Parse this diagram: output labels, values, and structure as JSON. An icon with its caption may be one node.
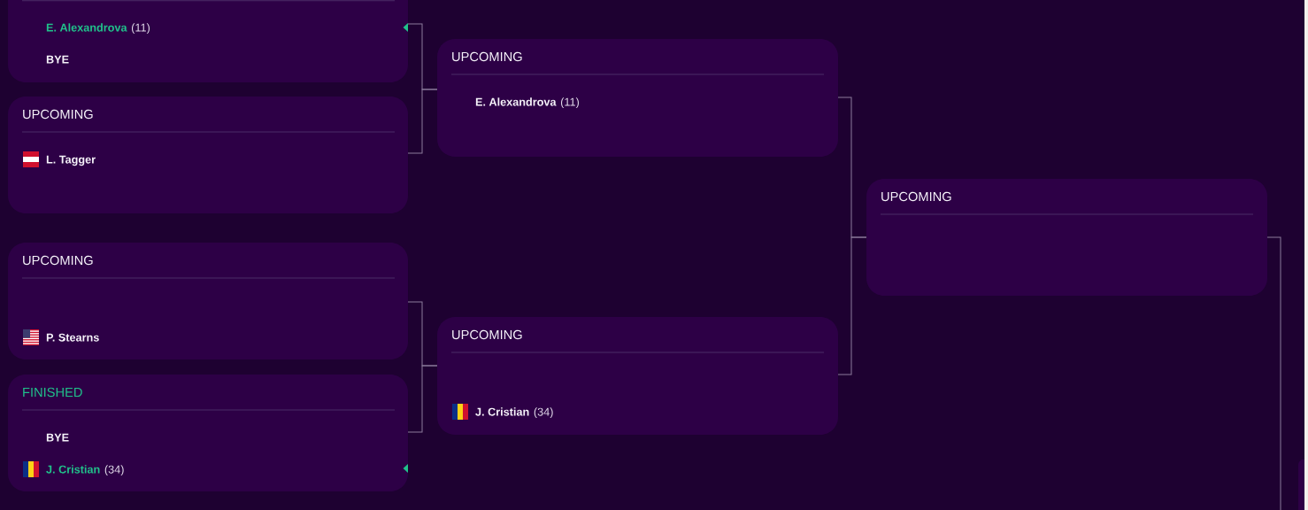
{
  "diagram": {
    "nodes": [
      {
        "text": [
          "E. Alexandrova",
          "(11)",
          "BYE"
        ]
      },
      {
        "text": [
          "UPCOMING",
          "L. Tagger"
        ]
      },
      {
        "text": [
          "UPCOMING",
          "P. Stearns"
        ]
      },
      {
        "text": [
          "FINISHED",
          "BYE",
          "J. Cristian",
          "(34)"
        ]
      },
      {
        "text": [
          "UPCOMING",
          "E. Alexandrova",
          "(11)"
        ]
      },
      {
        "text": [
          "UPCOMING",
          "J. Cristian",
          "(34)"
        ]
      },
      {
        "text": [
          "UPCOMING"
        ]
      },
      {
        "text": [],
        "shape": "box"
      }
    ],
    "edges": [
      {
        "from": 0,
        "to": 4,
        "arrow": "none"
      },
      {
        "from": 1,
        "to": 4,
        "arrow": "none"
      },
      {
        "from": 2,
        "to": 5,
        "arrow": "none"
      },
      {
        "from": 3,
        "to": 5,
        "arrow": "none"
      },
      {
        "from": 4,
        "to": 6,
        "arrow": "none"
      },
      {
        "from": 5,
        "to": 6,
        "arrow": "none"
      },
      {
        "from": 6,
        "to": null,
        "arrow": "none"
      }
    ]
  }
}
